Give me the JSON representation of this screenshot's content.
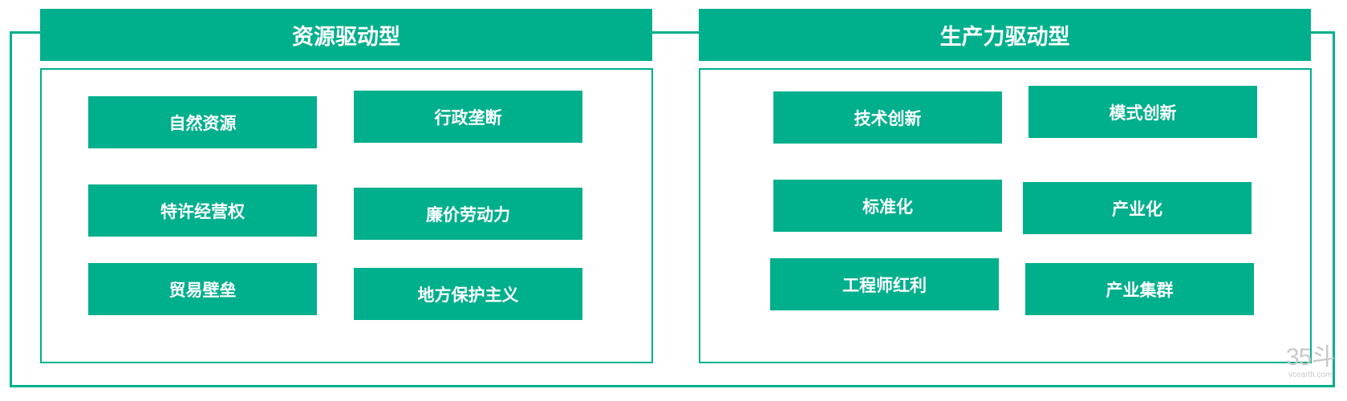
{
  "colors": {
    "accent": "#00AF8C",
    "text_on_accent": "#FFFFFF",
    "border": "#00AF8C"
  },
  "left": {
    "title": "资源驱动型",
    "items": [
      "自然资源",
      "行政垄断",
      "特许经营权",
      "廉价劳动力",
      "贸易壁垒",
      "地方保护主义"
    ]
  },
  "right": {
    "title": "生产力驱动型",
    "items": [
      "技术创新",
      "模式创新",
      "标准化",
      "产业化",
      "工程师红利",
      "产业集群"
    ]
  },
  "watermark": {
    "logo": "35斗",
    "site": "vcearth.com"
  }
}
